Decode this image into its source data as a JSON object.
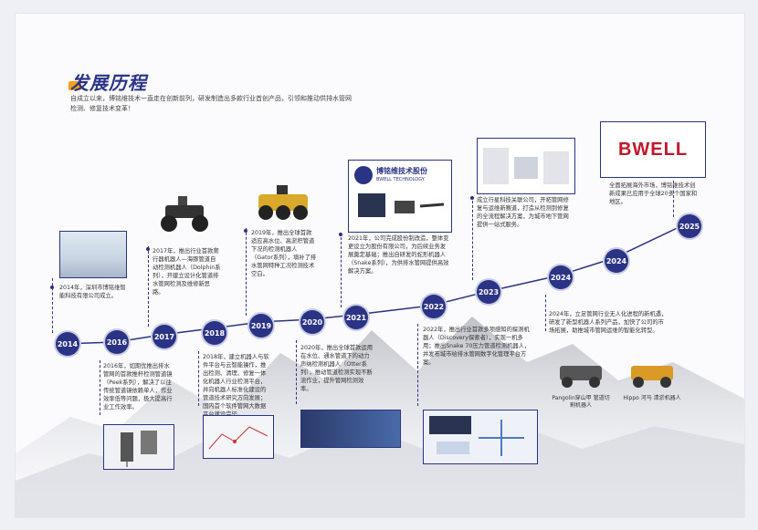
{
  "section": {
    "title": "发展历程",
    "intro": "自成立以来，博铭维技术一直走在创新前列，研发制造出多款行业首创产品，引领和推动供排水管网检测、修复技术变革！"
  },
  "years": [
    "2014",
    "2016",
    "2017",
    "2018",
    "2019",
    "2020",
    "2021",
    "2022",
    "2023",
    "2024",
    "2025"
  ],
  "events": {
    "e2014": "2014年，深圳市博铭维智能科技有限公司成立。",
    "e2016": "2016年，如期优推出排水管网的首款推杆检测管道镜（Peek系列），解决了以往传统管道镜依赖单人，作业效率低等问题，极大提高行业工作效率。",
    "e2017": "2017年，推出行业首款爬行器机器人—海豚管道自动检测机器人（Dolphin系列），开建立设计化管道排水管网检测及维修新思路。",
    "e2018": "2018年，建立机器人与软件平台与云智能操作，推出检测、清理、修复一体化机器人行业检测平台，并向机器人标准化建设的管道技术研究方向发展；国内首个软件管网大数据平台建设完毕。",
    "e2019": "2019年，推出全球首款适应高水位、高淤积管道下况的检测机器人（Gator系列），填补了排水管网特种工况检测技术空白。",
    "e2020": "2020年，推出全球首款运用在水位、通水管道下的动力声纳检测机器人（Otter系列），推动管道检测实现不断流作业，提升管网检测效率。",
    "e2021": "2021年，公司完成股份制改造，整体变更设立为股份有限公司，为后续业务发展奠定基础；推出自研发的蛇形机器人（Snake系列），为供排水管网提供高效解决方案。",
    "e2022": "2022年，推出行业首款多项感知的探测机器人（Discovery探索者），实现一机多用；推出Snake 70压力管道检测机器人，并发布城市给排水管网数字化管理平台方案。",
    "e2023_hl": "成立行星科技关联公司",
    "e2023": "成立行星科技关联公司，开拓管网修复与运维新赛道，打造从检测到修复的全流程解决方案，为城市地下管网提供一站式服务。",
    "e2024": "2024年，立足管网行业无人化进程的新机遇，研发了新型机器人系列产品，加快了公司的市场拓展，助推城市管网运维的智能化转型。",
    "e2025": "全面拓展海外市场，博铭维技术创新成果已应用于全球20多个国家和地区。"
  },
  "logos": {
    "company_cn": "博铭维技术股份",
    "company_en": "BWELL TECHNOLOGY",
    "bwell": "BWELL"
  },
  "captions": {
    "robot1": "Pangolin穿山甲 管道切割机器人",
    "robot2": "Hippo 河马 清淤机器人"
  },
  "colors": {
    "primary": "#2b3385",
    "accent": "#f4a21c",
    "brand_red": "#c0182a"
  }
}
